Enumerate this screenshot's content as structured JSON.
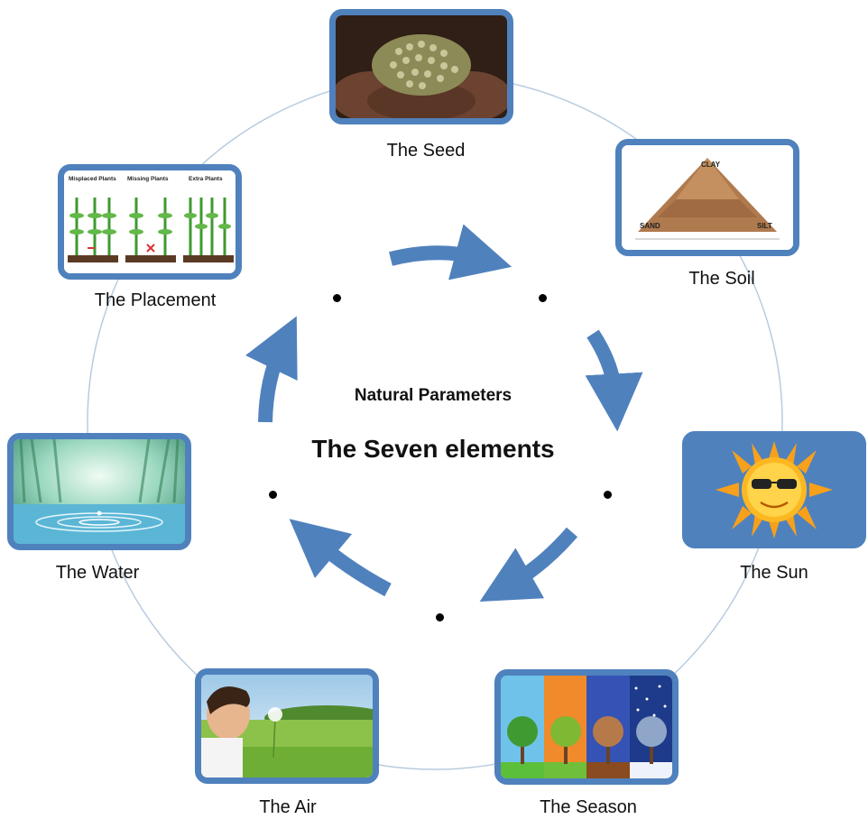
{
  "diagram": {
    "subtitle": "Natural Parameters",
    "title": "The Seven elements",
    "elements": [
      {
        "label": "The Seed",
        "icon": "seed-handful-image"
      },
      {
        "label": "The Soil",
        "icon": "soil-triangle-image"
      },
      {
        "label": "The Sun",
        "icon": "sun-with-sunglasses-image"
      },
      {
        "label": "The Season",
        "icon": "four-seasons-trees-image"
      },
      {
        "label": "The Air",
        "icon": "child-blowing-dandelion-image"
      },
      {
        "label": "The Water",
        "icon": "water-ripple-forest-image"
      },
      {
        "label": "The Placement",
        "icon": "corn-plant-placement-image"
      }
    ],
    "placement_panel": {
      "headings": [
        "Misplaced Plants",
        "Missing Plants",
        "Extra Plants"
      ]
    },
    "soil_panel": {
      "corner_labels": [
        "SAND",
        "SILT",
        "CLAY"
      ]
    },
    "colors": {
      "frame": "#4f81bd",
      "arrow": "#4f81bd",
      "ring": "#b8cce0"
    }
  }
}
